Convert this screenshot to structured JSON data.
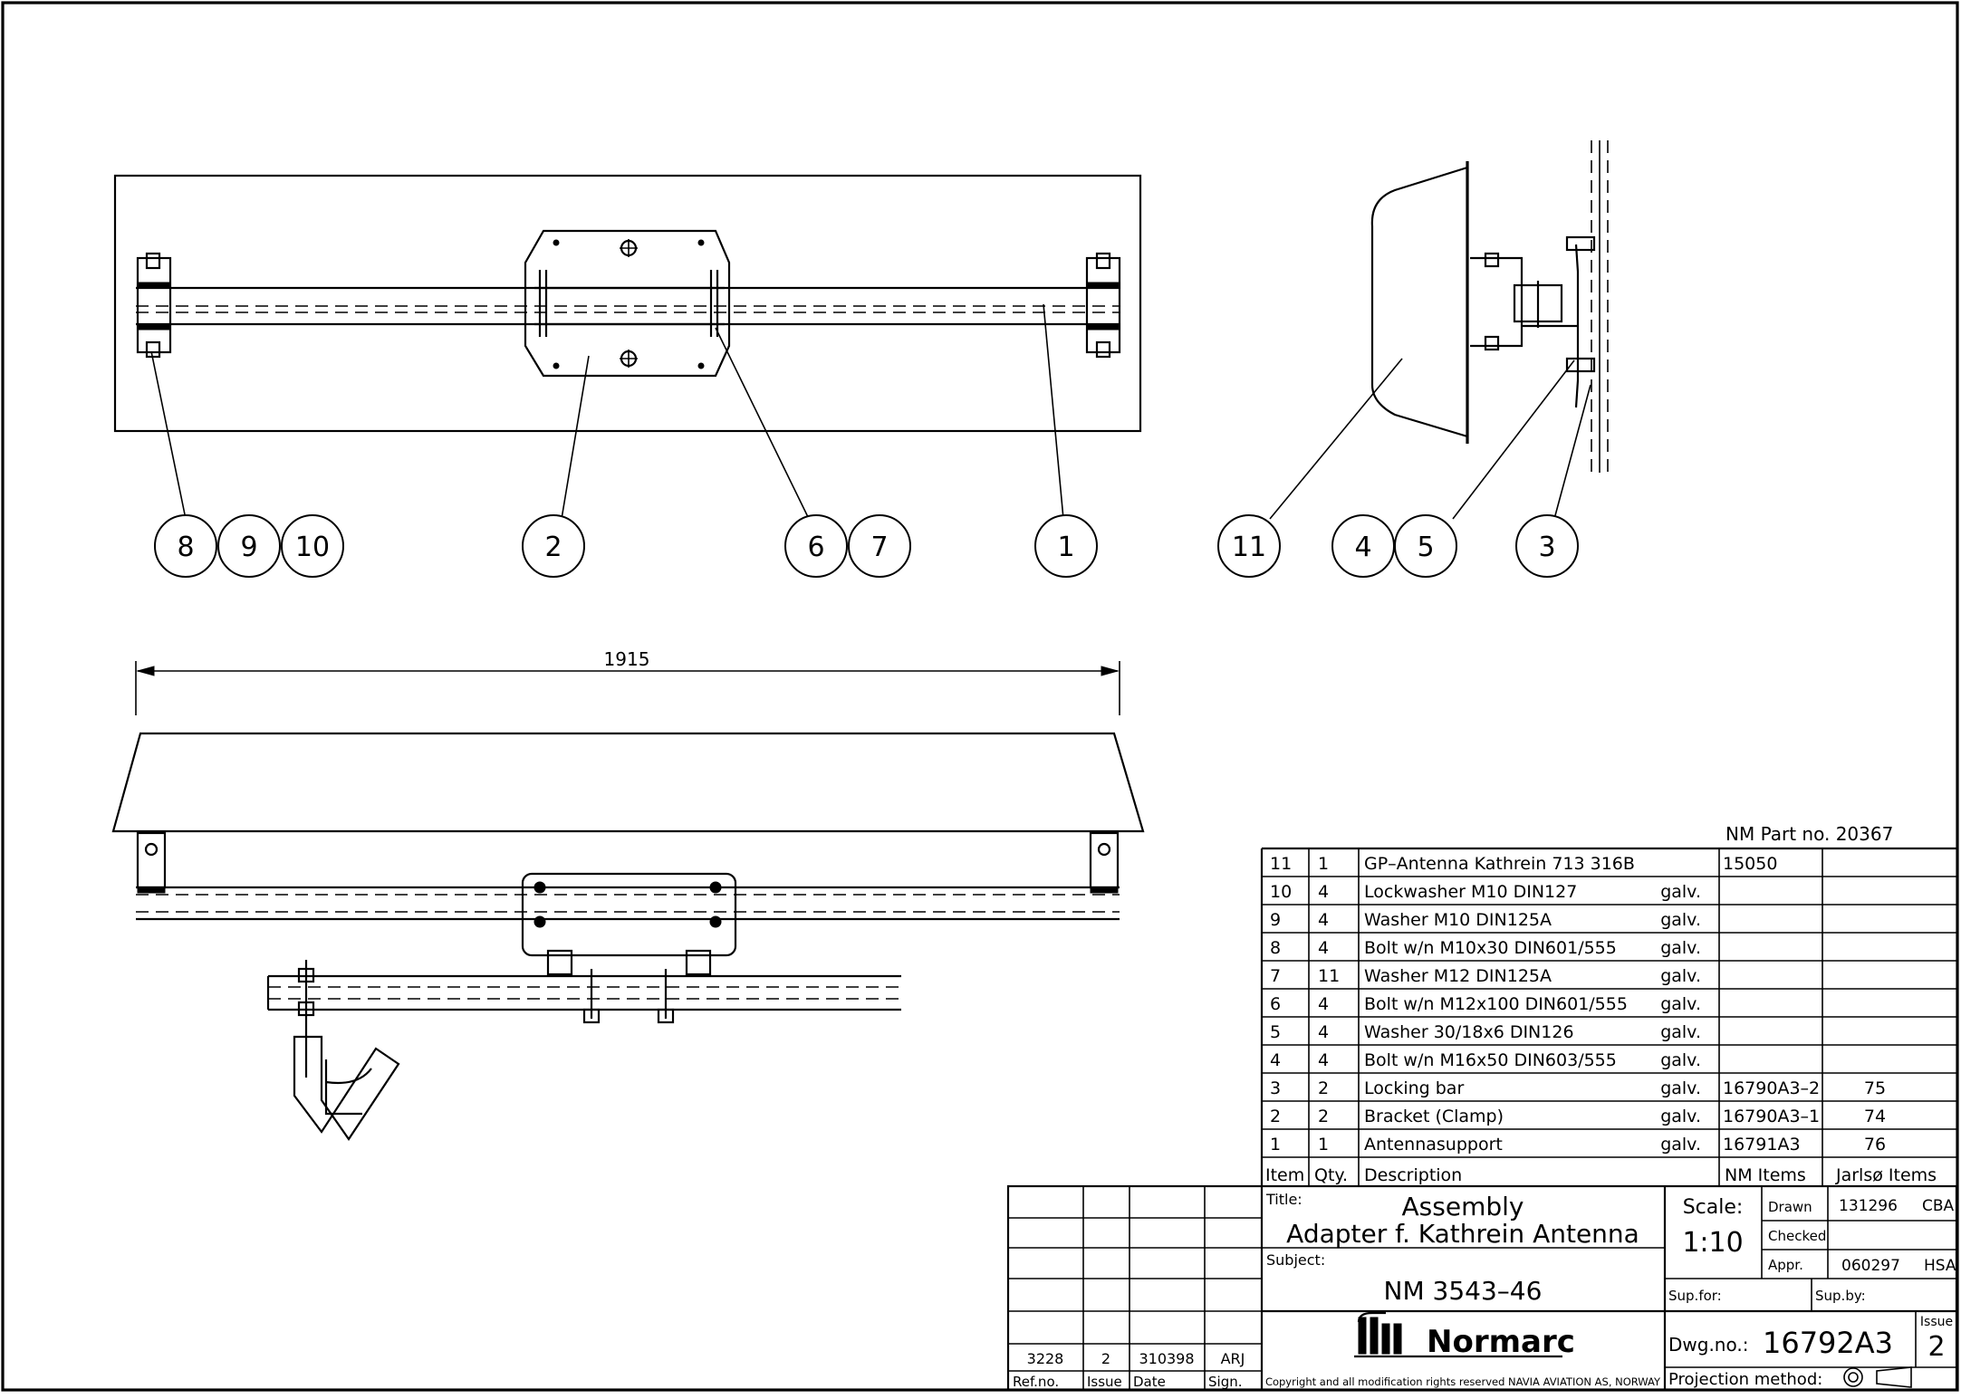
{
  "balloons_top": [
    "8",
    "9",
    "10",
    "2",
    "6",
    "7",
    "1"
  ],
  "balloons_side": [
    "11",
    "4",
    "5",
    "3"
  ],
  "dimension": "1915",
  "nm_part_no": "NM Part no. 20367",
  "parts_list": {
    "rows": [
      {
        "item": "11",
        "qty": "1",
        "desc": "GP–Antenna Kathrein 713 316B",
        "finish": "",
        "nm": "15050",
        "jarlso": ""
      },
      {
        "item": "10",
        "qty": "4",
        "desc": "Lockwasher M10 DIN127",
        "finish": "galv.",
        "nm": "",
        "jarlso": ""
      },
      {
        "item": "9",
        "qty": "4",
        "desc": "Washer M10 DIN125A",
        "finish": "galv.",
        "nm": "",
        "jarlso": ""
      },
      {
        "item": "8",
        "qty": "4",
        "desc": "Bolt w/n M10x30 DIN601/555",
        "finish": "galv.",
        "nm": "",
        "jarlso": ""
      },
      {
        "item": "7",
        "qty": "11",
        "desc": "Washer M12 DIN125A",
        "finish": "galv.",
        "nm": "",
        "jarlso": ""
      },
      {
        "item": "6",
        "qty": "4",
        "desc": "Bolt w/n M12x100 DIN601/555",
        "finish": "galv.",
        "nm": "",
        "jarlso": ""
      },
      {
        "item": "5",
        "qty": "4",
        "desc": "Washer 30/18x6    DIN126",
        "finish": "galv.",
        "nm": "",
        "jarlso": ""
      },
      {
        "item": "4",
        "qty": "4",
        "desc": "Bolt w/n M16x50 DIN603/555",
        "finish": "galv.",
        "nm": "",
        "jarlso": ""
      },
      {
        "item": "3",
        "qty": "2",
        "desc": "Locking bar",
        "finish": "galv.",
        "nm": "16790A3–2",
        "jarlso": "75"
      },
      {
        "item": "2",
        "qty": "2",
        "desc": "Bracket    (Clamp)",
        "finish": "galv.",
        "nm": "16790A3–1",
        "jarlso": "74"
      },
      {
        "item": "1",
        "qty": "1",
        "desc": "Antennasupport",
        "finish": "galv.",
        "nm": "16791A3",
        "jarlso": "76"
      }
    ],
    "headers": {
      "item": "Item",
      "qty": "Qty.",
      "desc": "Description",
      "nm": "NM Items",
      "jarlso": "Jarlsø Items"
    }
  },
  "title_block": {
    "title_label": "Title:",
    "title_line1": "Assembly",
    "title_line2": "Adapter f. Kathrein Antenna",
    "subject_label": "Subject:",
    "subject": "NM 3543–46",
    "scale_label": "Scale:",
    "scale": "1:10",
    "drawn_label": "Drawn",
    "drawn_date": "131296",
    "drawn_by": "CBA",
    "checked_label": "Checked",
    "appr_label": "Appr.",
    "appr_date": "060297",
    "appr_by": "HSA",
    "sup_for": "Sup.for:",
    "sup_by": "Sup.by:",
    "dwg_label": "Dwg.no.:",
    "dwg_no": "16792A3",
    "issue_label": "Issue",
    "issue": "2",
    "projection_label": "Projection method:",
    "company": "Normarc",
    "copyright": "Copyright and all modification rights reserved NAVIA AVIATION AS, NORWAY",
    "revision": {
      "ref": "3228",
      "issue": "2",
      "date": "310398",
      "sign": "ARJ"
    },
    "rev_headers": {
      "ref": "Ref.no.",
      "issue": "Issue",
      "date": "Date",
      "sign": "Sign."
    }
  }
}
